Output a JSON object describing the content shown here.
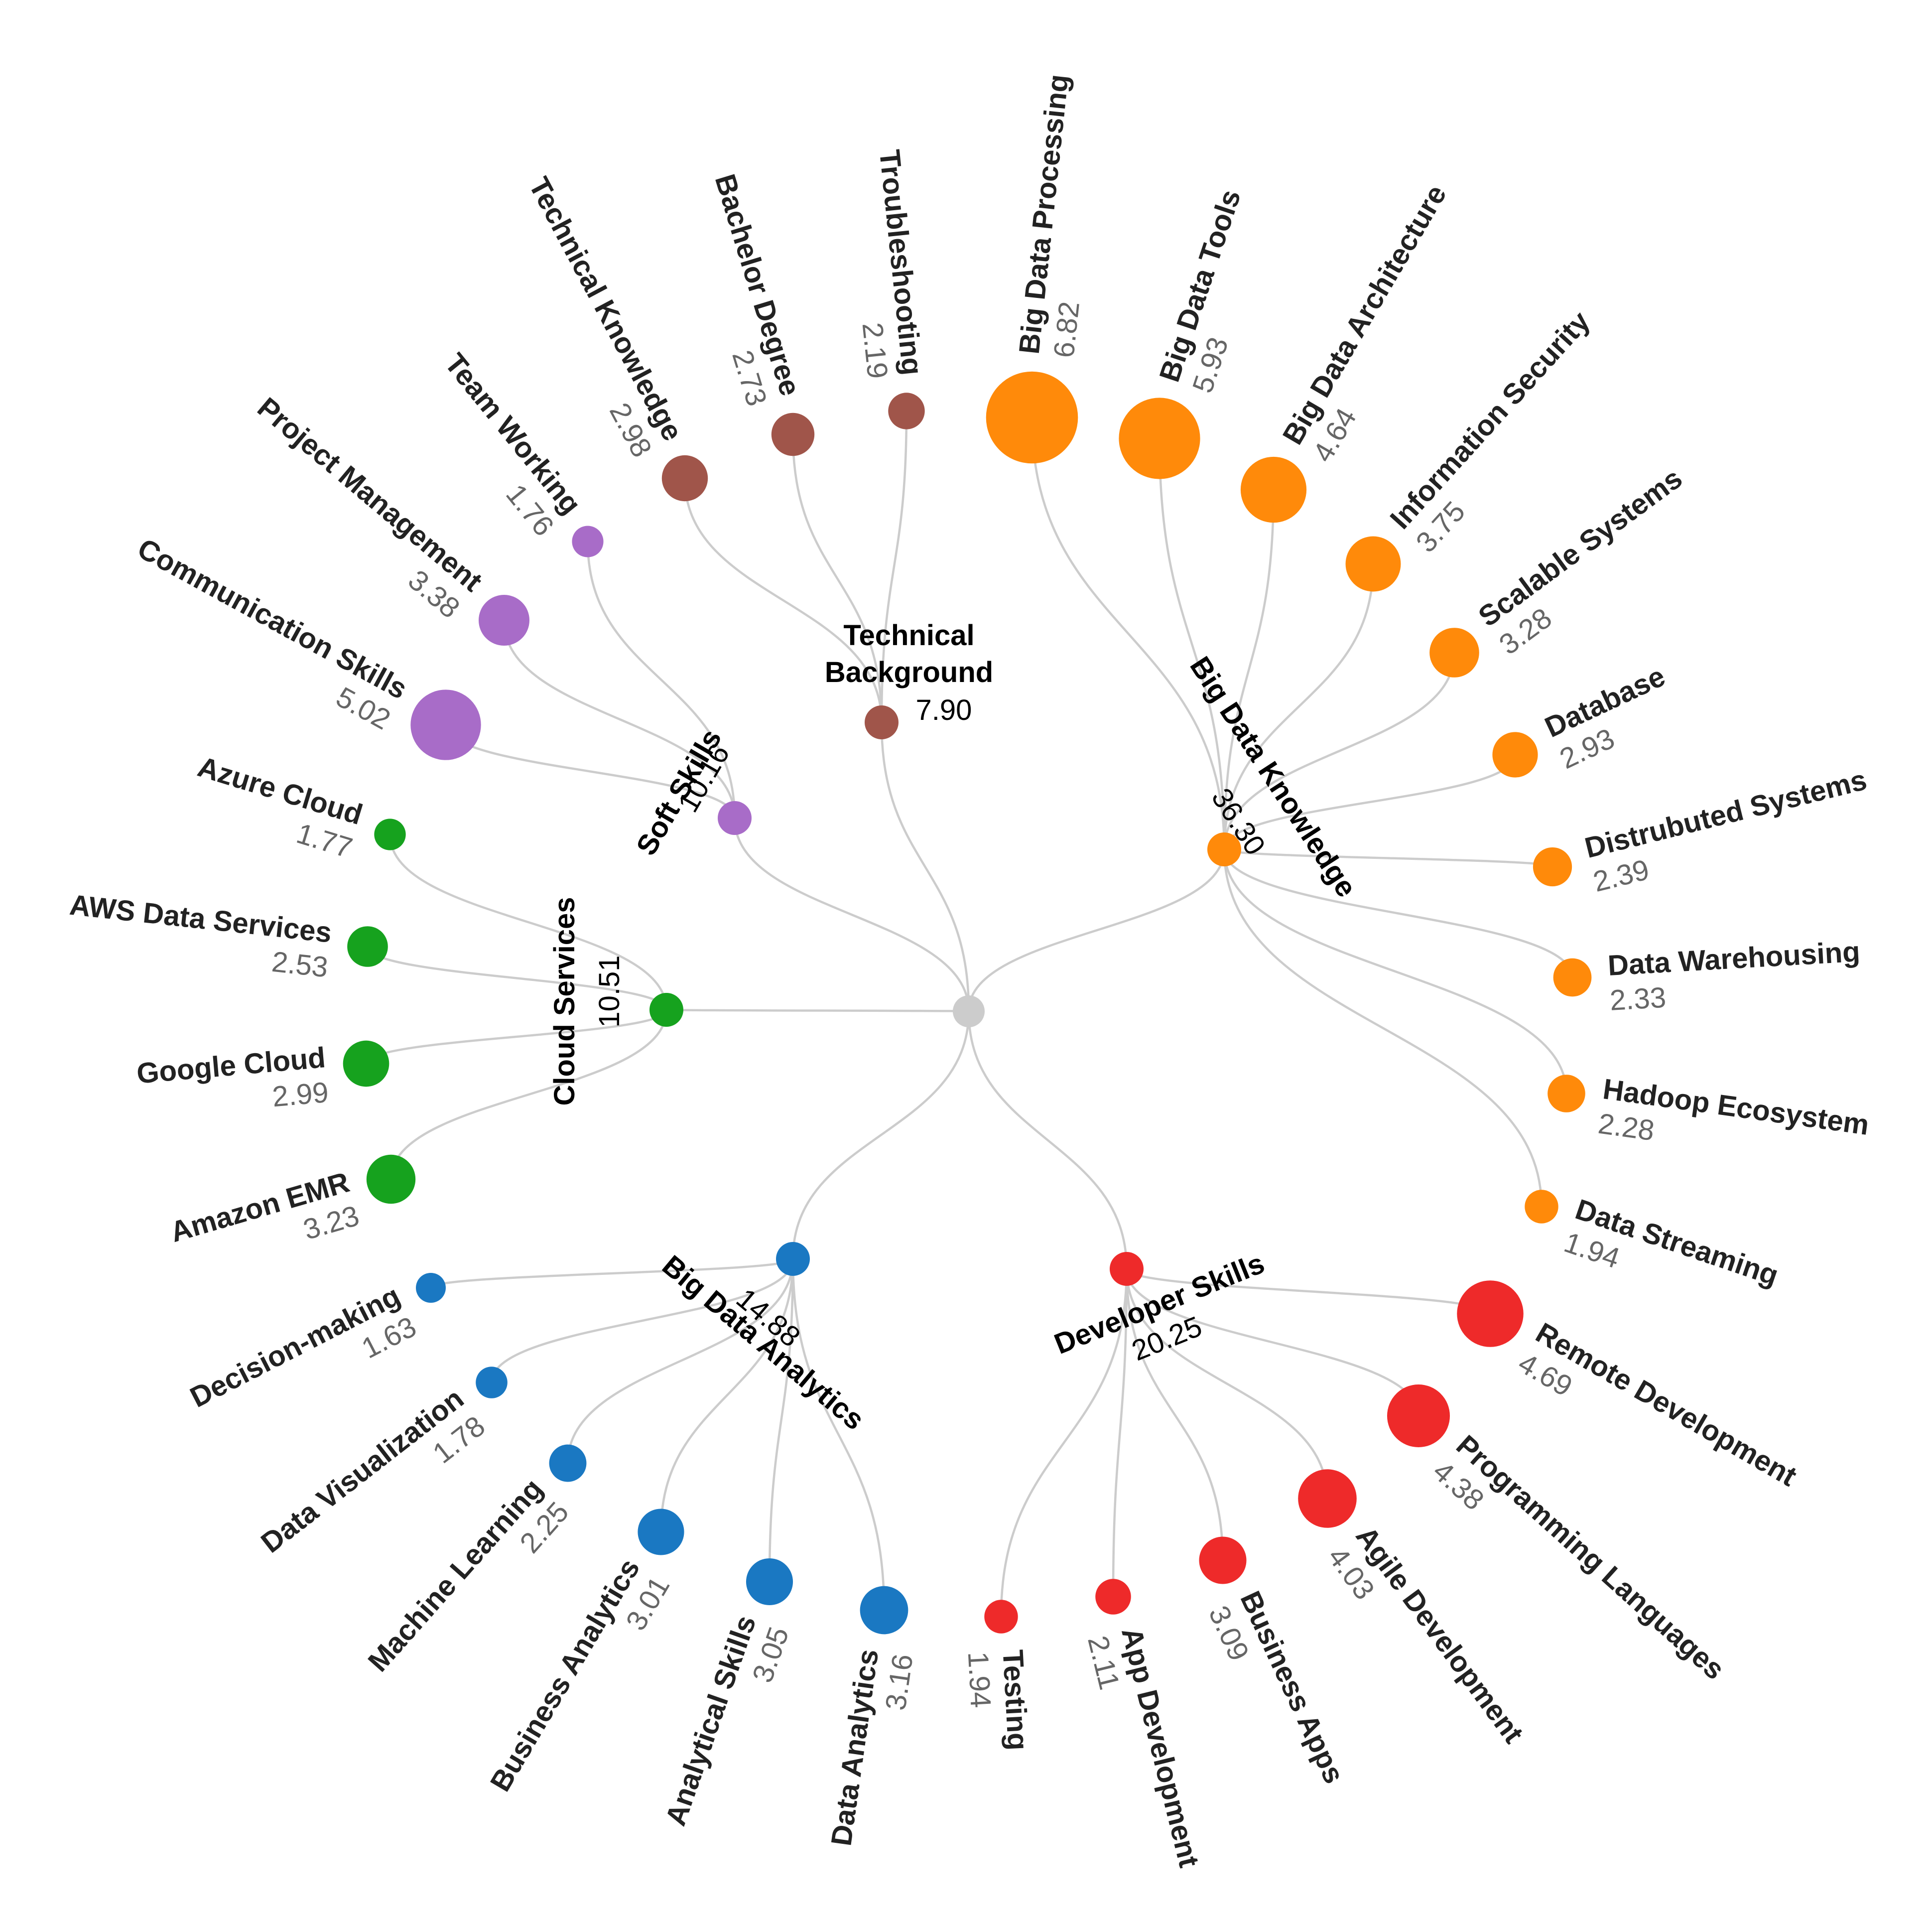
{
  "chart_data": {
    "type": "radial-tree",
    "root": {
      "label": "",
      "color": "#cccccc"
    },
    "groups": [
      {
        "name": "Technical Background",
        "value": "7.90",
        "color": "#a0554a",
        "children": [
          {
            "name": "Technical Knowledge",
            "value": "2.98"
          },
          {
            "name": "Bachelor Degree",
            "value": "2.73"
          },
          {
            "name": "Troubleshooting",
            "value": "2.19"
          }
        ]
      },
      {
        "name": "Big Data Knowledge",
        "value": "36.30",
        "color": "#ff8a0a",
        "children": [
          {
            "name": "Big Data Processing",
            "value": "6.82"
          },
          {
            "name": "Big Data Tools",
            "value": "5.93"
          },
          {
            "name": "Big Data Architecture",
            "value": "4.64"
          },
          {
            "name": "Information Security",
            "value": "3.75"
          },
          {
            "name": "Scalable Systems",
            "value": "3.28"
          },
          {
            "name": "Database",
            "value": "2.93"
          },
          {
            "name": "Distrubuted Systems",
            "value": "2.39"
          },
          {
            "name": "Data Warehousing",
            "value": "2.33"
          },
          {
            "name": "Hadoop Ecosystem",
            "value": "2.28"
          },
          {
            "name": "Data Streaming",
            "value": "1.94"
          }
        ]
      },
      {
        "name": "Developer Skills",
        "value": "20.25",
        "color": "#ee2a2a",
        "children": [
          {
            "name": "Remote Development",
            "value": "4.69"
          },
          {
            "name": "Programming Languages",
            "value": "4.38"
          },
          {
            "name": "Agile Development",
            "value": "4.03"
          },
          {
            "name": "Business Apps",
            "value": "3.09"
          },
          {
            "name": "App Development",
            "value": "2.11"
          },
          {
            "name": "Testing",
            "value": "1.94"
          }
        ]
      },
      {
        "name": "Big Data Analytics",
        "value": "14.88",
        "color": "#1a78c2",
        "children": [
          {
            "name": "Data Analytics",
            "value": "3.16"
          },
          {
            "name": "Analytical Skills",
            "value": "3.05"
          },
          {
            "name": "Business Analytics",
            "value": "3.01"
          },
          {
            "name": "Machine Learning",
            "value": "2.25"
          },
          {
            "name": "Data Visualization",
            "value": "1.78"
          },
          {
            "name": "Decision-making",
            "value": "1.63"
          }
        ]
      },
      {
        "name": "Cloud Services",
        "value": "10.51",
        "color": "#16a21e",
        "children": [
          {
            "name": "Amazon EMR",
            "value": "3.23"
          },
          {
            "name": "Google Cloud",
            "value": "2.99"
          },
          {
            "name": "AWS Data Services",
            "value": "2.53"
          },
          {
            "name": "Azure Cloud",
            "value": "1.77"
          }
        ]
      },
      {
        "name": "Soft Skills",
        "value": "10.16",
        "color": "#a86cc8",
        "children": [
          {
            "name": "Communication Skills",
            "value": "5.02"
          },
          {
            "name": "Project Management",
            "value": "3.38"
          },
          {
            "name": "Team Working",
            "value": "1.76"
          }
        ]
      }
    ]
  }
}
